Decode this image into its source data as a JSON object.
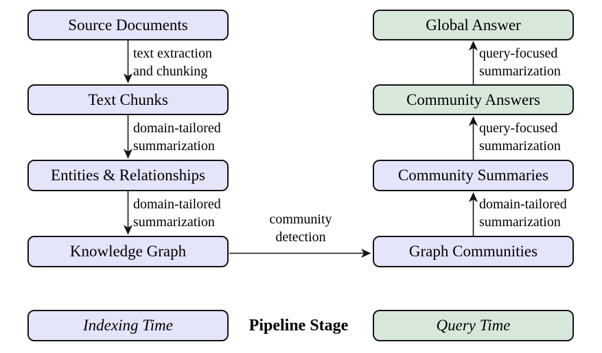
{
  "colors": {
    "indexing_fill": "#e4e4fa",
    "query_fill": "#d7e8da",
    "border": "#141414",
    "background": "#ffffff",
    "text": "#000000"
  },
  "nodes": [
    {
      "label": "Source Documents",
      "stage": "indexing"
    },
    {
      "label": "Text Chunks",
      "stage": "indexing"
    },
    {
      "label": "Entities & Relationships",
      "stage": "indexing"
    },
    {
      "label": "Knowledge Graph",
      "stage": "indexing"
    },
    {
      "label": "Graph Communities",
      "stage": "indexing"
    },
    {
      "label": "Community Summaries",
      "stage": "indexing"
    },
    {
      "label": "Community Answers",
      "stage": "query"
    },
    {
      "label": "Global Answer",
      "stage": "query"
    }
  ],
  "edges": [
    {
      "from": "Source Documents",
      "to": "Text Chunks",
      "label": [
        "text extraction",
        "and chunking"
      ]
    },
    {
      "from": "Text Chunks",
      "to": "Entities & Relationships",
      "label": [
        "domain-tailored",
        "summarization"
      ]
    },
    {
      "from": "Entities & Relationships",
      "to": "Knowledge Graph",
      "label": [
        "domain-tailored",
        "summarization"
      ]
    },
    {
      "from": "Knowledge Graph",
      "to": "Graph Communities",
      "label": [
        "community",
        "detection"
      ]
    },
    {
      "from": "Graph Communities",
      "to": "Community Summaries",
      "label": [
        "domain-tailored",
        "summarization"
      ]
    },
    {
      "from": "Community Summaries",
      "to": "Community Answers",
      "label": [
        "query-focused",
        "summarization"
      ]
    },
    {
      "from": "Community Answers",
      "to": "Global Answer",
      "label": [
        "query-focused",
        "summarization"
      ]
    }
  ],
  "legend": {
    "indexing_label": "Indexing Time",
    "center_label": "Pipeline Stage",
    "query_label": "Query Time"
  }
}
